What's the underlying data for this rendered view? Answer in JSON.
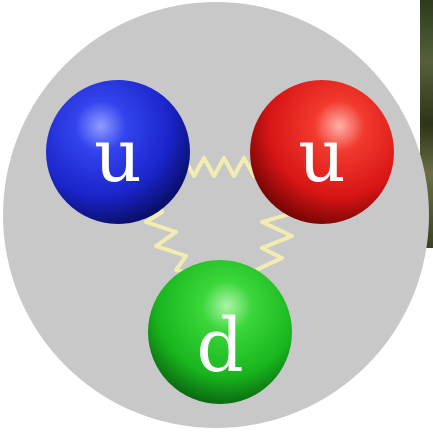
{
  "diagram": {
    "quarks": [
      {
        "label": "u",
        "color": "blue"
      },
      {
        "label": "u",
        "color": "red"
      },
      {
        "label": "d",
        "color": "green"
      }
    ],
    "colors": {
      "background_disc": "#c8c8c8",
      "gluon": "#f3ecb0",
      "blue": "#1a24c9",
      "red": "#d81515",
      "green": "#18b51d"
    }
  }
}
